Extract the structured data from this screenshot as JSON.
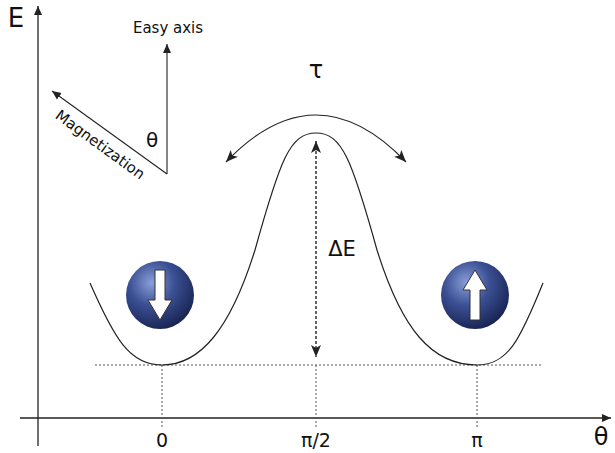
{
  "diagram": {
    "labels": [
      "E",
      "Easy axis",
      "Magnetization",
      "θ",
      "τ",
      "ΔE",
      "0",
      "π/2",
      "π",
      "θ"
    ]
  }
}
